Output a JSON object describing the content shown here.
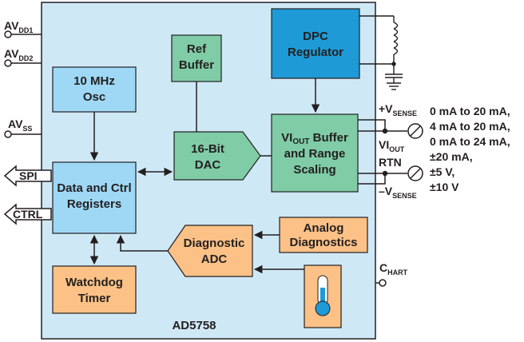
{
  "chip": {
    "name": "AD5758",
    "colors": {
      "chip_bg": "#cfe8f6",
      "green": "#7fcca7",
      "blue_light": "#9ed8f5",
      "blue_dark": "#1e9ad6",
      "orange": "#fbc186",
      "outline": "#231f20"
    }
  },
  "blocks": {
    "ref_buffer": [
      "Ref",
      "Buffer"
    ],
    "dpc_regulator": [
      "DPC",
      "Regulator"
    ],
    "osc": [
      "10 MHz",
      "Osc"
    ],
    "dac": [
      "16-Bit",
      "DAC"
    ],
    "vi_buffer": {
      "line1_main": "VI",
      "line1_sub": "OUT",
      "line1_rest": " Buffer",
      "line2": "and Range",
      "line3": "Scaling"
    },
    "registers": [
      "Data and Ctrl",
      "Registers"
    ],
    "analog_diag": [
      "Analog",
      "Diagnostics"
    ],
    "diag_adc": [
      "Diagnostic",
      "ADC"
    ],
    "watchdog": [
      "Watchdog",
      "Timer"
    ],
    "temperature_sensor_icon": "thermometer-icon"
  },
  "pins": {
    "avdd1": {
      "main": "AV",
      "sub": "DD1"
    },
    "avdd2": {
      "main": "AV",
      "sub": "DD2"
    },
    "avss": {
      "main": "AV",
      "sub": "SS"
    },
    "spi": "SPI",
    "ctrl": "CTRL",
    "chart": {
      "main": "C",
      "sub": "HART"
    },
    "vsense_pos": {
      "main": "+V",
      "sub": "SENSE"
    },
    "viout": {
      "main": "VI",
      "sub": "OUT"
    },
    "rtn": "RTN",
    "vsense_neg": {
      "main": "–V",
      "sub": "SENSE"
    }
  },
  "output_ranges": [
    "0 mA to 20 mA,",
    "4 mA to 20 mA,",
    "0 mA to 24 mA,",
    "±20 mA,",
    "±5 V,",
    "±10 V"
  ]
}
